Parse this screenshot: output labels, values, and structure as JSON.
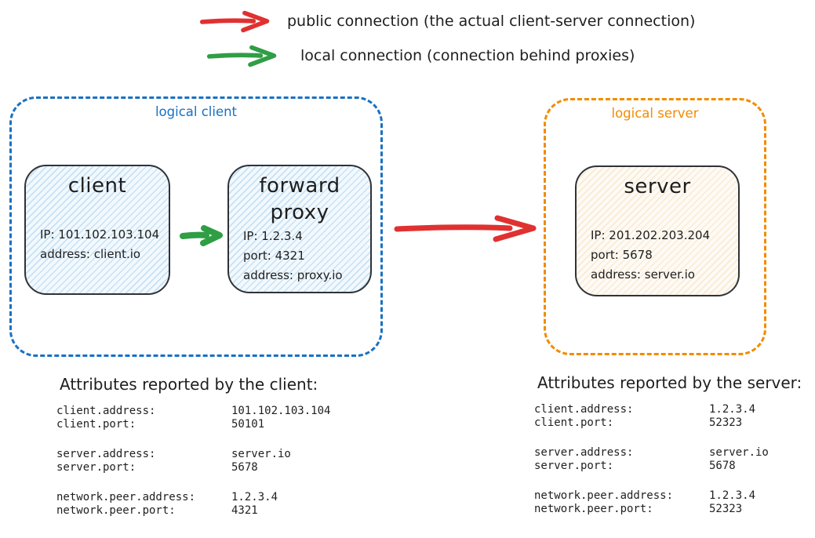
{
  "legend": {
    "public": {
      "label": "public connection (the actual client-server connection)",
      "color": "#e03131"
    },
    "local": {
      "label": "local connection (connection behind proxies)",
      "color": "#2f9e44"
    }
  },
  "diagram": {
    "logical_client": {
      "label": "logical client",
      "color": "#1971c2",
      "client_node": {
        "title": "client",
        "lines": [
          "IP: 101.102.103.104",
          "address: client.io"
        ]
      },
      "proxy_node": {
        "title_line1": "forward",
        "title_line2": "proxy",
        "lines": [
          "IP: 1.2.3.4",
          "port: 4321",
          "address: proxy.io"
        ]
      }
    },
    "logical_server": {
      "label": "logical server",
      "color": "#f08c00",
      "server_node": {
        "title": "server",
        "lines": [
          "IP: 201.202.203.204",
          "port: 5678",
          "address: server.io"
        ]
      }
    },
    "public_arrow_color": "#e03131",
    "local_arrow_color": "#2f9e44"
  },
  "client_attrs": {
    "heading": "Attributes reported by the client:",
    "rows": [
      {
        "key": "client.address:",
        "value": "101.102.103.104"
      },
      {
        "key": "client.port:",
        "value": "50101"
      },
      {
        "key": "server.address:",
        "value": "server.io"
      },
      {
        "key": "server.port:",
        "value": "5678"
      },
      {
        "key": "network.peer.address:",
        "value": "1.2.3.4"
      },
      {
        "key": "network.peer.port:",
        "value": "4321"
      }
    ]
  },
  "server_attrs": {
    "heading": "Attributes reported by the server:",
    "rows": [
      {
        "key": "client.address:",
        "value": "1.2.3.4"
      },
      {
        "key": "client.port:",
        "value": "52323"
      },
      {
        "key": "server.address:",
        "value": "server.io"
      },
      {
        "key": "server.port:",
        "value": "5678"
      },
      {
        "key": "network.peer.address:",
        "value": "1.2.3.4"
      },
      {
        "key": "network.peer.port:",
        "value": "52323"
      }
    ]
  }
}
